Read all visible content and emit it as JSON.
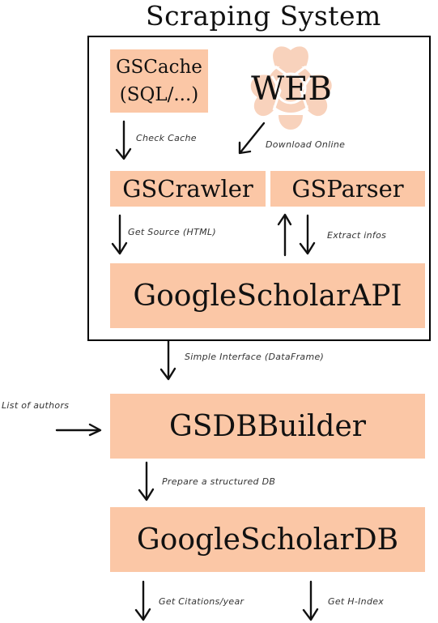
{
  "title": "Scraping System",
  "colors": {
    "box_fill": "#fbc7a6",
    "web_fill": "#f8d2bc",
    "ink": "#111111"
  },
  "icons": {
    "web": "web-cloud-icon"
  },
  "nodes": {
    "gscache": {
      "line1": "GSCache",
      "line2": "(SQL/...)"
    },
    "web": "WEB",
    "gscrawler": "GSCrawler",
    "gsparser": "GSParser",
    "googlescholarapi": "GoogleScholarAPI",
    "gsdbbuilder": "GSDBBuilder",
    "googlescholardb": "GoogleScholarDB"
  },
  "edges": {
    "check_cache": "Check Cache",
    "download_online": "Download Online",
    "get_source": "Get Source (HTML)",
    "extract_infos": "Extract infos",
    "simple_interface": "Simple Interface (DataFrame)",
    "list_of_authors": "List of authors",
    "prepare_db": "Prepare a structured DB",
    "get_citations": "Get Citations/year",
    "get_hindex": "Get H-Index"
  }
}
